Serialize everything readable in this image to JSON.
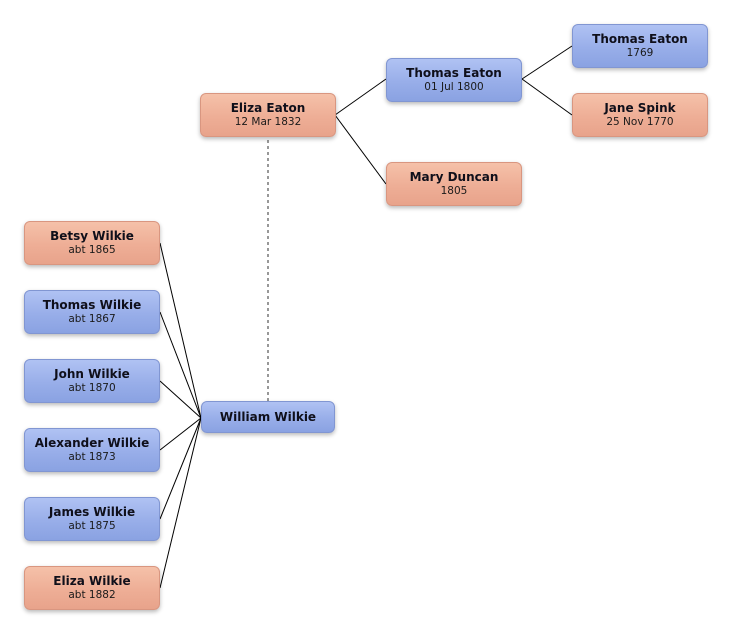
{
  "colors": {
    "male_fill": "#9db1ea",
    "female_fill": "#efb19a",
    "line": "#000000",
    "spouse_line": "#777777"
  },
  "root": {
    "name": "William Wilkie",
    "date": "",
    "gender": "male"
  },
  "spouse": {
    "name": "Eliza Eaton",
    "date": "12 Mar 1832",
    "gender": "female"
  },
  "spouse_parents": [
    {
      "name": "Thomas Eaton",
      "date": "01 Jul 1800",
      "gender": "male"
    },
    {
      "name": "Mary Duncan",
      "date": "1805",
      "gender": "female"
    }
  ],
  "spouse_grandparents": [
    {
      "name": "Thomas Eaton",
      "date": "1769",
      "gender": "male"
    },
    {
      "name": "Jane Spink",
      "date": "25 Nov 1770",
      "gender": "female"
    }
  ],
  "children": [
    {
      "name": "Betsy Wilkie",
      "date": "abt 1865",
      "gender": "female"
    },
    {
      "name": "Thomas Wilkie",
      "date": "abt 1867",
      "gender": "male"
    },
    {
      "name": "John Wilkie",
      "date": "abt 1870",
      "gender": "male"
    },
    {
      "name": "Alexander Wilkie",
      "date": "abt 1873",
      "gender": "male"
    },
    {
      "name": "James Wilkie",
      "date": "abt 1875",
      "gender": "male"
    },
    {
      "name": "Eliza Wilkie",
      "date": "abt 1882",
      "gender": "female"
    }
  ]
}
